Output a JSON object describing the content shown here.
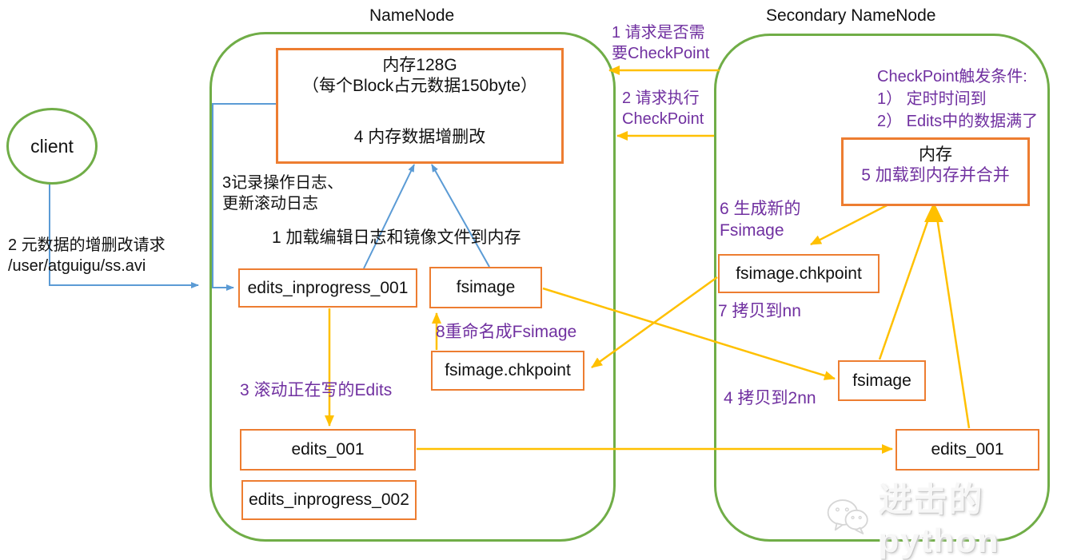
{
  "colors": {
    "container_green": "#70ad47",
    "box_orange": "#ed7d31",
    "arrow_blue": "#5b9bd5",
    "arrow_yellow": "#ffc000",
    "annotation_purple": "#7030a0"
  },
  "client": {
    "label": "client",
    "request_line1": "2 元数据的增删改请求",
    "request_line2": "/user/atguigu/ss.avi"
  },
  "namenode": {
    "title": "NameNode",
    "memory_box": {
      "line1": "内存128G",
      "line2": "（每个Block占元数据150byte）",
      "line3": "4 内存数据增删改"
    },
    "labels": {
      "record_log_line1": "3记录操作日志、",
      "record_log_line2": "更新滚动日志",
      "load_to_memory": "1 加载编辑日志和镜像文件到内存",
      "roll_edits": "3 滚动正在写的Edits",
      "rename_fsimage": "8重命名成Fsimage"
    },
    "files": {
      "edits_inprogress_001": "edits_inprogress_001",
      "fsimage": "fsimage",
      "fsimage_chkpoint": "fsimage.chkpoint",
      "edits_001": "edits_001",
      "edits_inprogress_002": "edits_inprogress_002"
    }
  },
  "secondary_namenode": {
    "title": "Secondary NameNode",
    "trigger": {
      "title": "CheckPoint触发条件:",
      "item1": "1） 定时时间到",
      "item2": "2） Edits中的数据满了"
    },
    "memory_box": {
      "line1": "内存",
      "line2": "5 加载到内存并合并"
    },
    "labels": {
      "generate_fsimage_line1": "6 生成新的",
      "generate_fsimage_line2": "Fsimage",
      "copy_to_nn": "7 拷贝到nn",
      "copy_to_2nn": "4 拷贝到2nn"
    },
    "files": {
      "fsimage_chkpoint": "fsimage.chkpoint",
      "fsimage": "fsimage",
      "edits_001": "edits_001"
    }
  },
  "interaction": {
    "request1_line1": "1 请求是否需",
    "request1_line2": "要CheckPoint",
    "request2_line1": "2 请求执行",
    "request2_line2": "CheckPoint"
  },
  "watermark": {
    "text": "进击的python"
  }
}
